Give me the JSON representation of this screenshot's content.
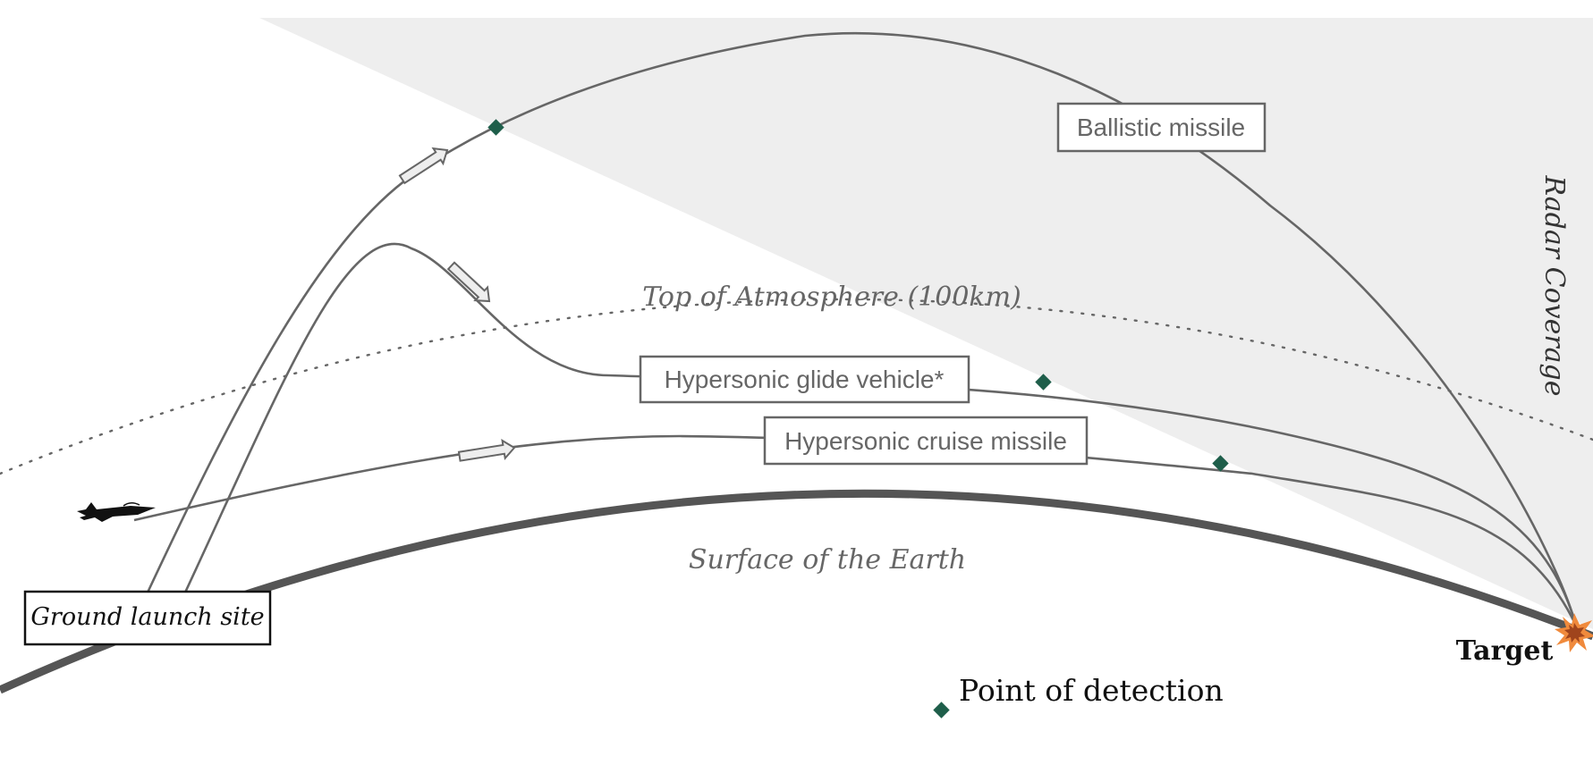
{
  "labels": {
    "ballistic": "Ballistic missile",
    "hgv": "Hypersonic glide vehicle*",
    "cruise": "Hypersonic cruise missile",
    "atmosphere": "Top of Atmosphere (100km)",
    "surface": "Surface of the Earth",
    "ground_site": "Ground launch site",
    "target": "Target",
    "radar": "Radar Coverage",
    "legend_detection": "Point of detection"
  },
  "colors": {
    "radar_fill": "#eeeeee",
    "trajectory": "#666666",
    "earth": "#555555",
    "detection_marker": "#1e5e4a",
    "explosion_outer": "#f08a3c",
    "explosion_inner": "#a0441c"
  },
  "icons": {
    "aircraft": "fighter-jet-icon",
    "target": "explosion-icon",
    "detection": "diamond-marker-icon"
  }
}
